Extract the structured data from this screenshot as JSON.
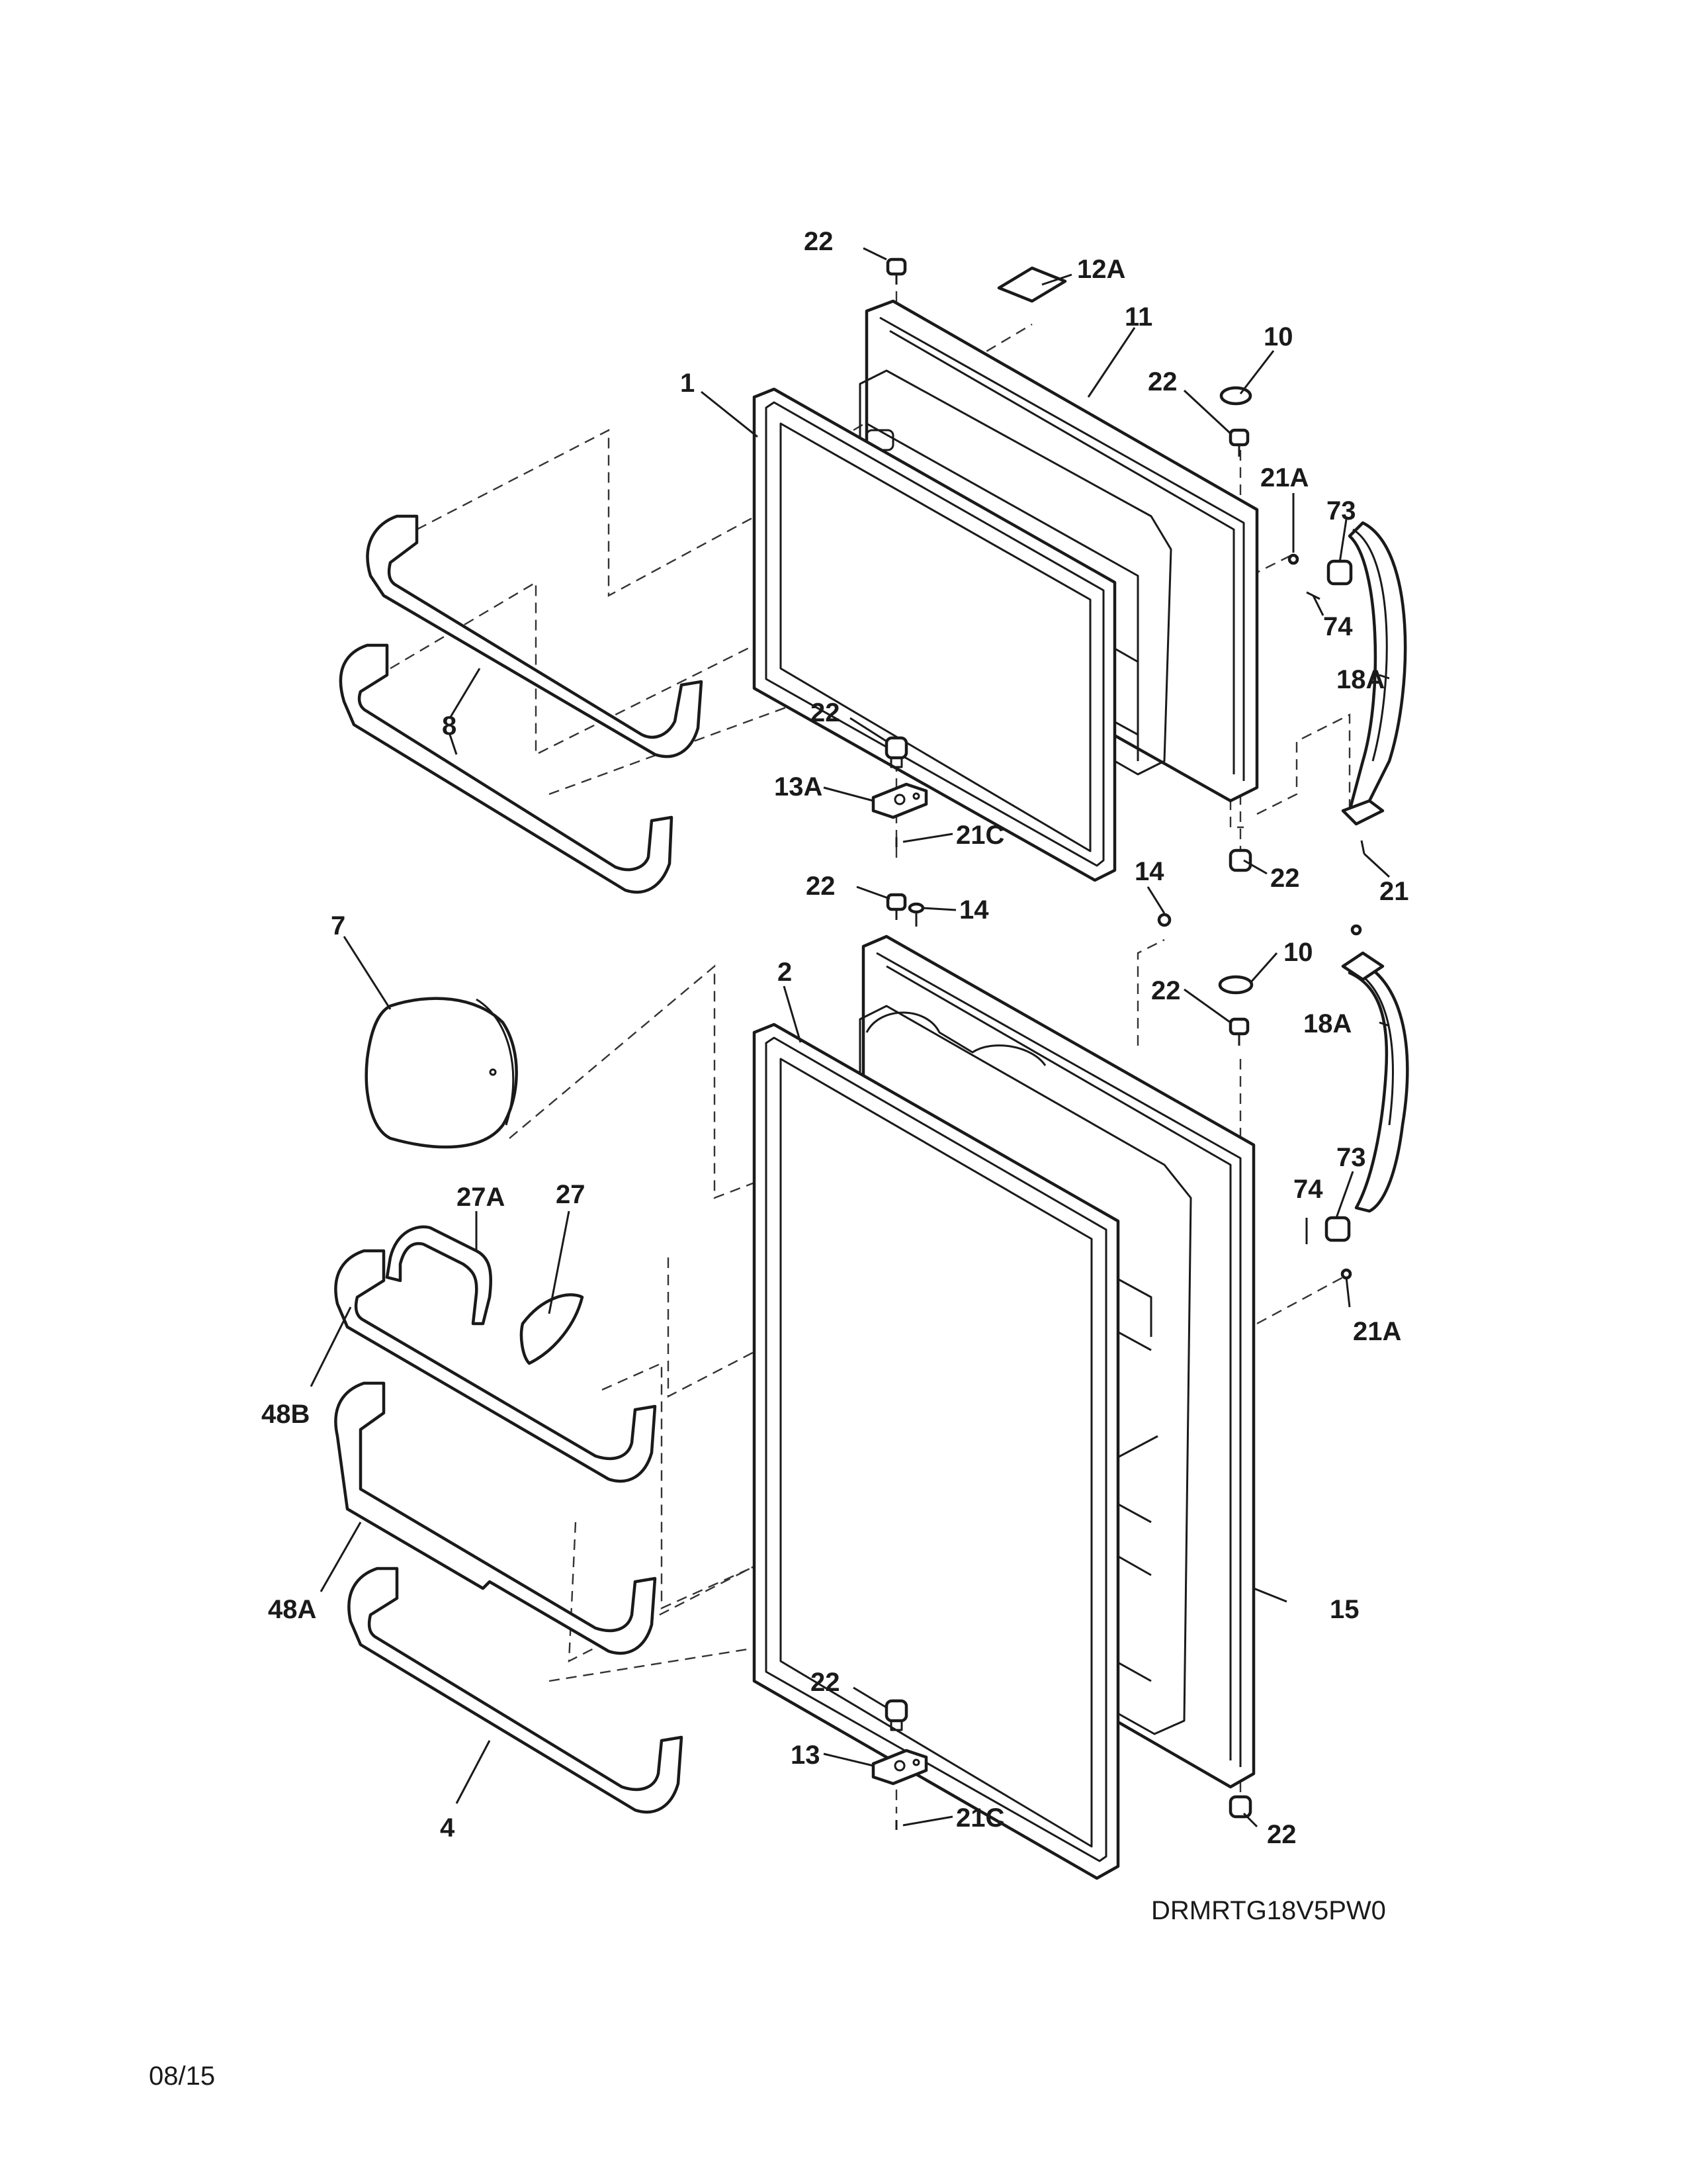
{
  "diagram_code": "DRMRTG18V5PW0",
  "page_date": "08/15",
  "callouts": [
    {
      "id": "c-22-a",
      "text": "22"
    },
    {
      "id": "c-12a",
      "text": "12A"
    },
    {
      "id": "c-11",
      "text": "11"
    },
    {
      "id": "c-10-a",
      "text": "10"
    },
    {
      "id": "c-22-b",
      "text": "22"
    },
    {
      "id": "c-1",
      "text": "1"
    },
    {
      "id": "c-21a-a",
      "text": "21A"
    },
    {
      "id": "c-73-a",
      "text": "73"
    },
    {
      "id": "c-74-a",
      "text": "74"
    },
    {
      "id": "c-18a-a",
      "text": "18A"
    },
    {
      "id": "c-8",
      "text": "8"
    },
    {
      "id": "c-22-c",
      "text": "22"
    },
    {
      "id": "c-13a",
      "text": "13A"
    },
    {
      "id": "c-21c-a",
      "text": "21C"
    },
    {
      "id": "c-14-a",
      "text": "14"
    },
    {
      "id": "c-22-d",
      "text": "22"
    },
    {
      "id": "c-21",
      "text": "21"
    },
    {
      "id": "c-22-e",
      "text": "22"
    },
    {
      "id": "c-14-b",
      "text": "14"
    },
    {
      "id": "c-7",
      "text": "7"
    },
    {
      "id": "c-2",
      "text": "2"
    },
    {
      "id": "c-10-b",
      "text": "10"
    },
    {
      "id": "c-22-f",
      "text": "22"
    },
    {
      "id": "c-18a-b",
      "text": "18A"
    },
    {
      "id": "c-73-b",
      "text": "73"
    },
    {
      "id": "c-74-b",
      "text": "74"
    },
    {
      "id": "c-27a",
      "text": "27A"
    },
    {
      "id": "c-27",
      "text": "27"
    },
    {
      "id": "c-21a-b",
      "text": "21A"
    },
    {
      "id": "c-48b",
      "text": "48B"
    },
    {
      "id": "c-48a",
      "text": "48A"
    },
    {
      "id": "c-15",
      "text": "15"
    },
    {
      "id": "c-22-g",
      "text": "22"
    },
    {
      "id": "c-13",
      "text": "13"
    },
    {
      "id": "c-21c-b",
      "text": "21C"
    },
    {
      "id": "c-4",
      "text": "4"
    },
    {
      "id": "c-22-h",
      "text": "22"
    }
  ]
}
